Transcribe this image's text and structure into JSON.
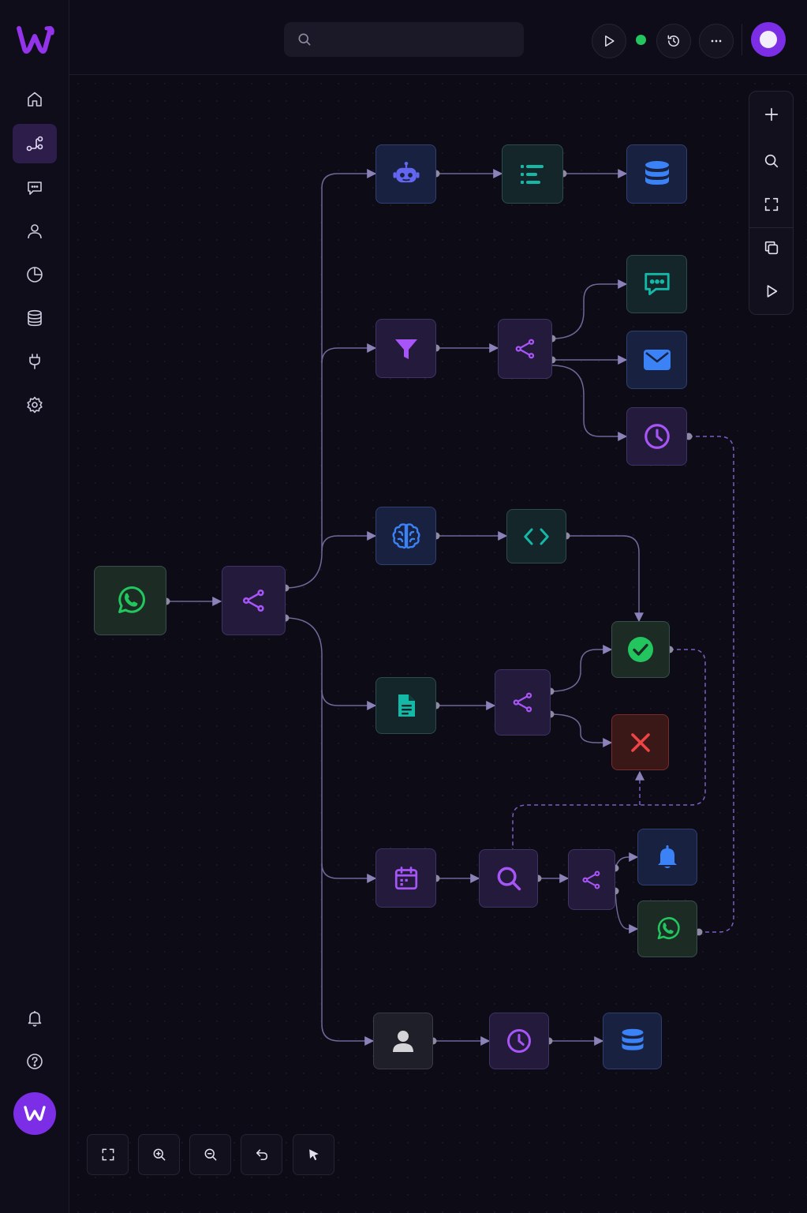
{
  "app": {
    "logo_icon": "logo-w-icon",
    "accent": "#7c2ee6"
  },
  "sidebar": {
    "items": [
      {
        "name": "home",
        "icon": "home-icon",
        "active": false
      },
      {
        "name": "workflows",
        "icon": "workflow-icon",
        "active": true
      },
      {
        "name": "messages",
        "icon": "chat-icon",
        "active": false
      },
      {
        "name": "contacts",
        "icon": "user-icon",
        "active": false
      },
      {
        "name": "analytics",
        "icon": "pie-chart-icon",
        "active": false
      },
      {
        "name": "data",
        "icon": "database-icon",
        "active": false
      },
      {
        "name": "integrations",
        "icon": "plug-icon",
        "active": false
      },
      {
        "name": "settings",
        "icon": "gear-icon",
        "active": false
      }
    ],
    "bottom": [
      {
        "name": "notifications",
        "icon": "bell-icon"
      },
      {
        "name": "help",
        "icon": "help-icon"
      }
    ]
  },
  "topbar": {
    "search": {
      "value": "",
      "placeholder": ""
    },
    "status_color": "#22c55e",
    "buttons": [
      "play-icon",
      "history-icon",
      "more-icon"
    ]
  },
  "canvas": {
    "nodes": [
      {
        "id": "whatsapp-trigger",
        "icon": "whatsapp-icon",
        "color": "#22c55e"
      },
      {
        "id": "split-main",
        "icon": "split-icon",
        "color": "#a855f7"
      },
      {
        "id": "ai-bot",
        "icon": "robot-icon",
        "color": "#6366f1"
      },
      {
        "id": "parse-list",
        "icon": "list-icon",
        "color": "#14b8a6"
      },
      {
        "id": "store-db-1",
        "icon": "database-icon",
        "color": "#3b82f6"
      },
      {
        "id": "filter",
        "icon": "filter-icon",
        "color": "#a855f7"
      },
      {
        "id": "split-filter",
        "icon": "split-icon",
        "color": "#a855f7"
      },
      {
        "id": "reply-chat",
        "icon": "chat-icon",
        "color": "#14b8a6"
      },
      {
        "id": "send-email",
        "icon": "mail-icon",
        "color": "#3b82f6"
      },
      {
        "id": "delay-1",
        "icon": "clock-icon",
        "color": "#a855f7"
      },
      {
        "id": "ai-brain",
        "icon": "brain-icon",
        "color": "#3b82f6"
      },
      {
        "id": "code",
        "icon": "code-icon",
        "color": "#14b8a6"
      },
      {
        "id": "success",
        "icon": "check-icon",
        "color": "#22c55e"
      },
      {
        "id": "document",
        "icon": "document-icon",
        "color": "#14b8a6"
      },
      {
        "id": "split-doc",
        "icon": "split-icon",
        "color": "#a855f7"
      },
      {
        "id": "error",
        "icon": "close-icon",
        "color": "#ef4444"
      },
      {
        "id": "calendar",
        "icon": "calendar-icon",
        "color": "#a855f7"
      },
      {
        "id": "lookup",
        "icon": "search-icon",
        "color": "#a855f7"
      },
      {
        "id": "split-cal",
        "icon": "split-icon",
        "color": "#a855f7"
      },
      {
        "id": "notify",
        "icon": "bell-icon",
        "color": "#3b82f6"
      },
      {
        "id": "whatsapp-reply",
        "icon": "whatsapp-icon",
        "color": "#22c55e"
      },
      {
        "id": "contact",
        "icon": "user-icon",
        "color": "#d4d4d8"
      },
      {
        "id": "delay-2",
        "icon": "clock-icon",
        "color": "#a855f7"
      },
      {
        "id": "store-db-2",
        "icon": "database-icon",
        "color": "#3b82f6"
      }
    ]
  },
  "right_toolbar": [
    "plus-icon",
    "search-icon",
    "fit-screen-icon",
    "copy-icon",
    "play-icon"
  ],
  "bottom_toolbar": [
    "fit-screen-icon",
    "zoom-in-icon",
    "zoom-out-icon",
    "undo-icon",
    "pointer-icon"
  ]
}
